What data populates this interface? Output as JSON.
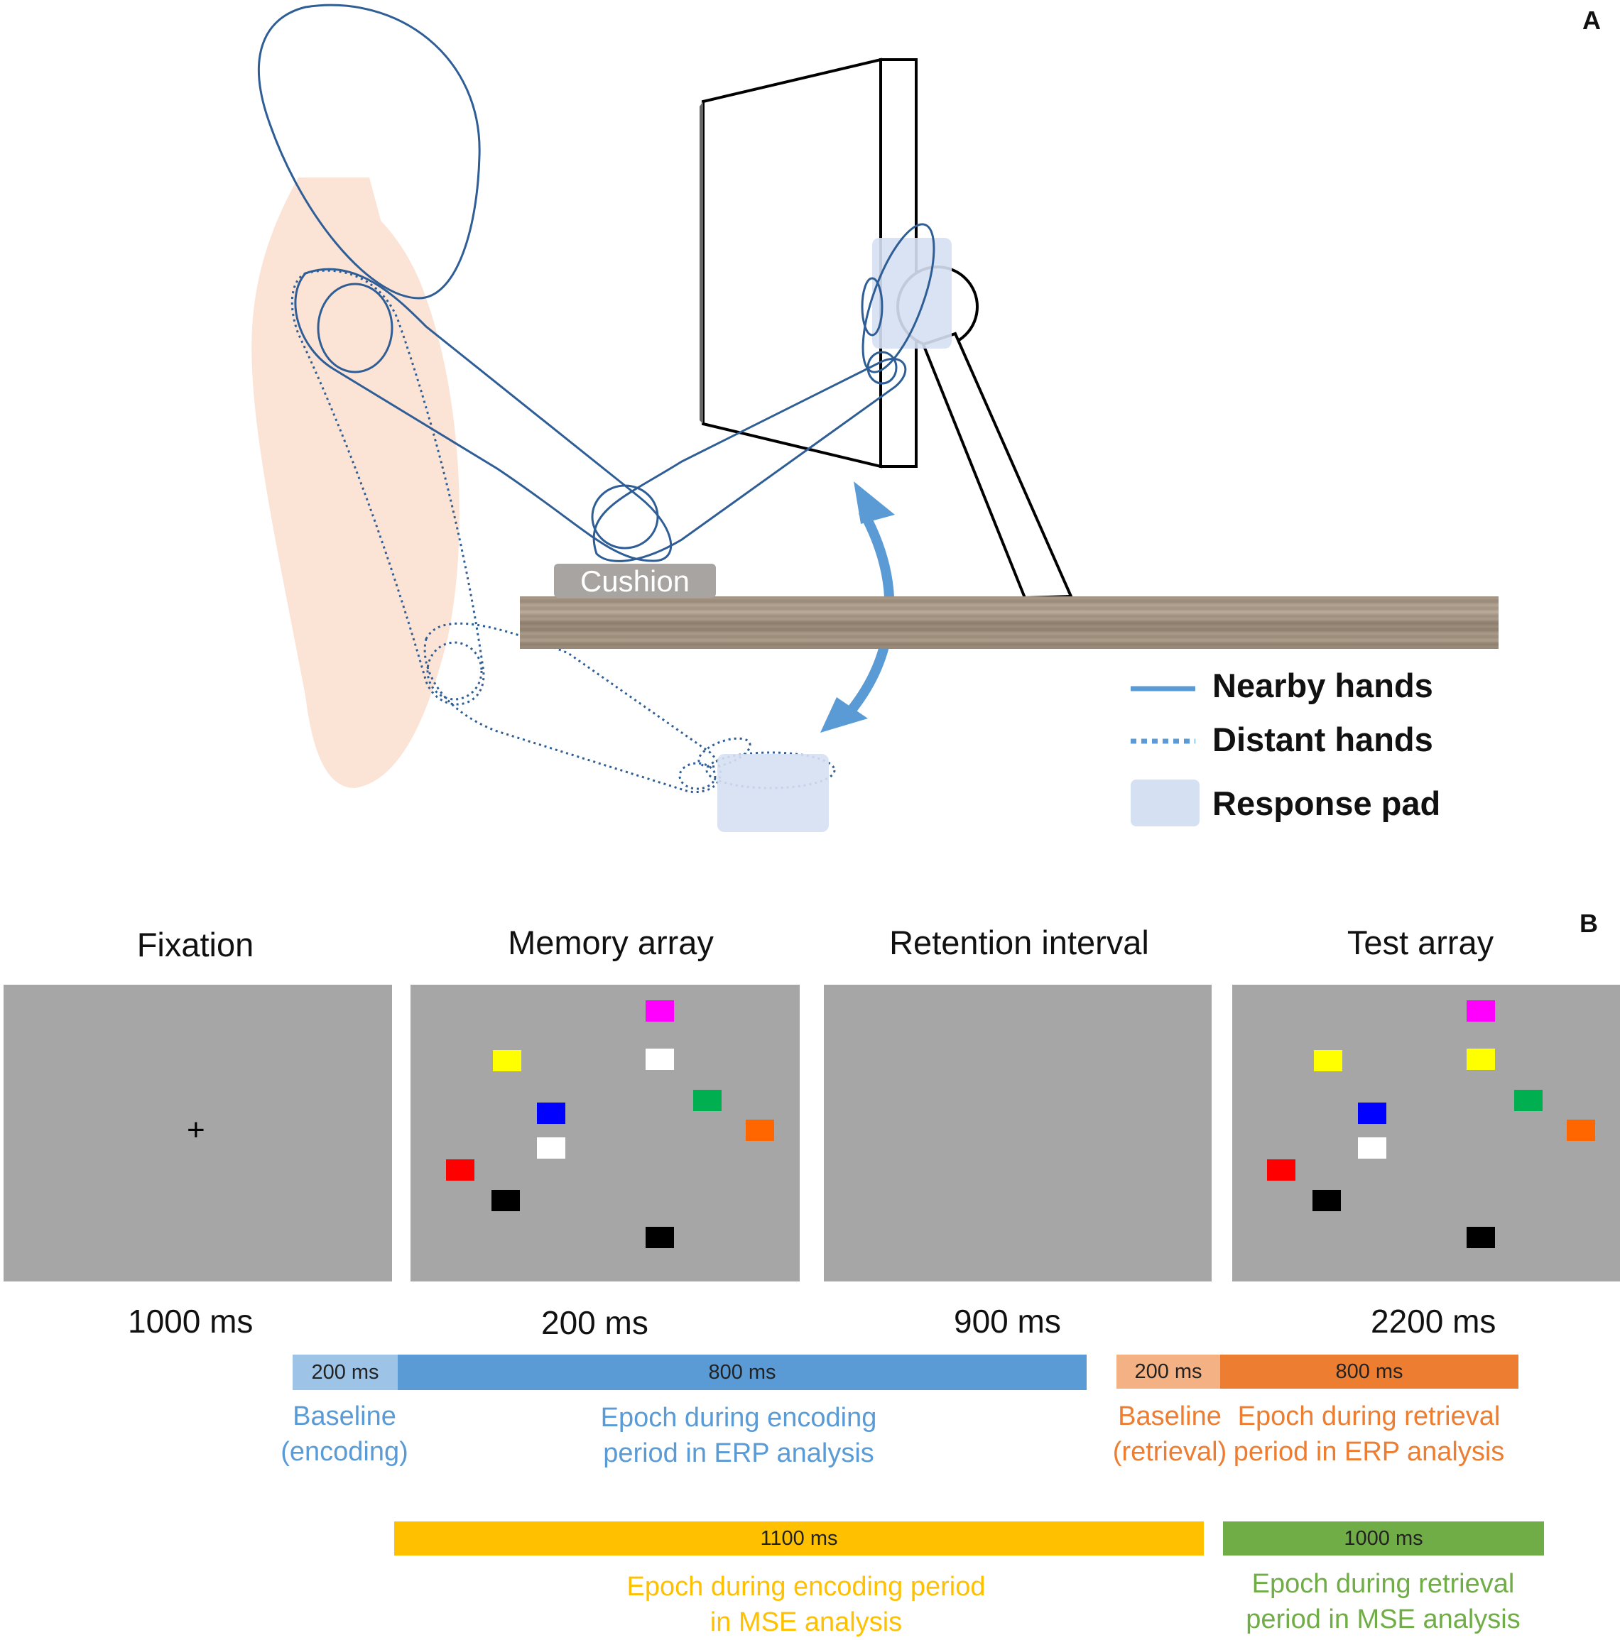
{
  "panel_a": {
    "letter": "A",
    "cushion_label": "Cushion",
    "legend": [
      {
        "label": "Nearby hands",
        "style": "solid",
        "color": "#5b9bd5"
      },
      {
        "label": "Distant hands",
        "style": "dotted",
        "color": "#5b9bd5"
      },
      {
        "label": "Response pad",
        "style": "box",
        "color": "#d6e0f3"
      }
    ],
    "colors": {
      "body_fill": "#fbe3d6",
      "outline": "#2e5e95",
      "arrow": "#5b9bd5",
      "pad": "#d6e0f3",
      "desk": "#a08f7c"
    }
  },
  "panel_b": {
    "letter": "B",
    "screens": [
      {
        "title": "Fixation",
        "duration": "1000 ms",
        "content": "+"
      },
      {
        "title": "Memory array",
        "duration": "200 ms"
      },
      {
        "title": "Retention interval",
        "duration": "900 ms"
      },
      {
        "title": "Test array",
        "duration": "2200 ms"
      }
    ],
    "screen_color": "#a6a6a6",
    "memory_squares": [
      {
        "color": "#ff00ff"
      },
      {
        "color": "#ffff00"
      },
      {
        "color": "#ffffff"
      },
      {
        "color": "#00b050"
      },
      {
        "color": "#0000ff"
      },
      {
        "color": "#ff6600"
      },
      {
        "color": "#ffffff"
      },
      {
        "color": "#ff0000"
      },
      {
        "color": "#000000"
      },
      {
        "color": "#000000"
      }
    ],
    "test_squares": [
      {
        "color": "#ff00ff"
      },
      {
        "color": "#ffff00"
      },
      {
        "color": "#ffff00"
      },
      {
        "color": "#00b050"
      },
      {
        "color": "#0000ff"
      },
      {
        "color": "#ff6600"
      },
      {
        "color": "#ffffff"
      },
      {
        "color": "#ff0000"
      },
      {
        "color": "#000000"
      },
      {
        "color": "#000000"
      }
    ],
    "bars": {
      "enc_baseline": {
        "label": "200 ms",
        "color": "#9dc3e6"
      },
      "enc_epoch": {
        "label": "800 ms",
        "color": "#5b9bd5"
      },
      "ret_baseline": {
        "label": "200 ms",
        "color": "#f4b183"
      },
      "ret_epoch": {
        "label": "800 ms",
        "color": "#ed7d31"
      },
      "mse_enc": {
        "label": "1100 ms",
        "color": "#ffc000"
      },
      "mse_ret": {
        "label": "1000 ms",
        "color": "#70ad47"
      }
    },
    "captions": {
      "baseline_enc": [
        "Baseline",
        "(encoding)"
      ],
      "epoch_enc": [
        "Epoch during encoding",
        "period in ERP analysis"
      ],
      "baseline_ret": [
        "Baseline",
        "(retrieval)"
      ],
      "epoch_ret": [
        "Epoch during retrieval",
        "period in ERP analysis"
      ],
      "mse_enc": [
        "Epoch during encoding period",
        "in MSE analysis"
      ],
      "mse_ret": [
        "Epoch during retrieval",
        "period in MSE analysis"
      ]
    },
    "caption_colors": {
      "enc": "#5b9bd5",
      "ret": "#ed7d31",
      "mse_enc": "#ffc000",
      "mse_ret": "#70ad47"
    }
  }
}
